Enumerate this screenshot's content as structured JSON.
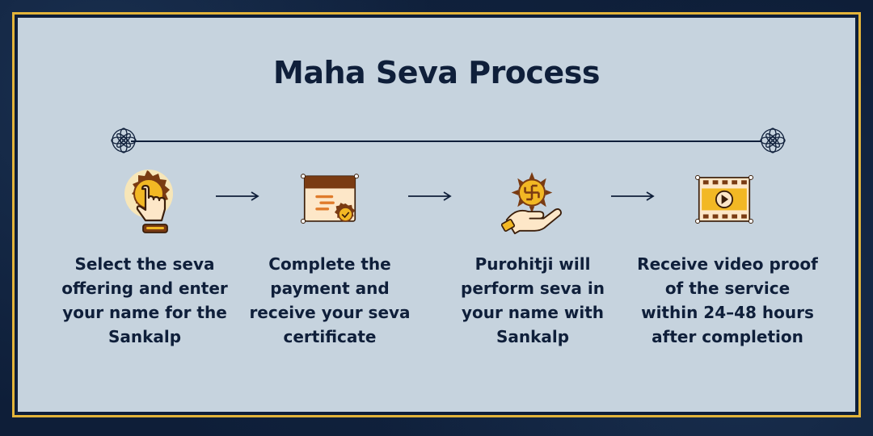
{
  "title": "Maha Seva Process",
  "colors": {
    "navy": "#0f1f3a",
    "gold": "#e3b43a",
    "panel": "#c6d3de",
    "brown": "#7a3b12",
    "amber": "#f2b824"
  },
  "steps": [
    {
      "icon": "finger-tap-icon",
      "text": "Select the seva offering and enter your name for the Sankalp"
    },
    {
      "icon": "certificate-icon",
      "text": "Complete the payment and receive your seva certificate"
    },
    {
      "icon": "swastik-hand-icon",
      "text": "Purohitji will perform seva in your name with Sankalp"
    },
    {
      "icon": "video-play-icon",
      "text": "Receive video proof of the service within 24–48 hours after completion"
    }
  ]
}
